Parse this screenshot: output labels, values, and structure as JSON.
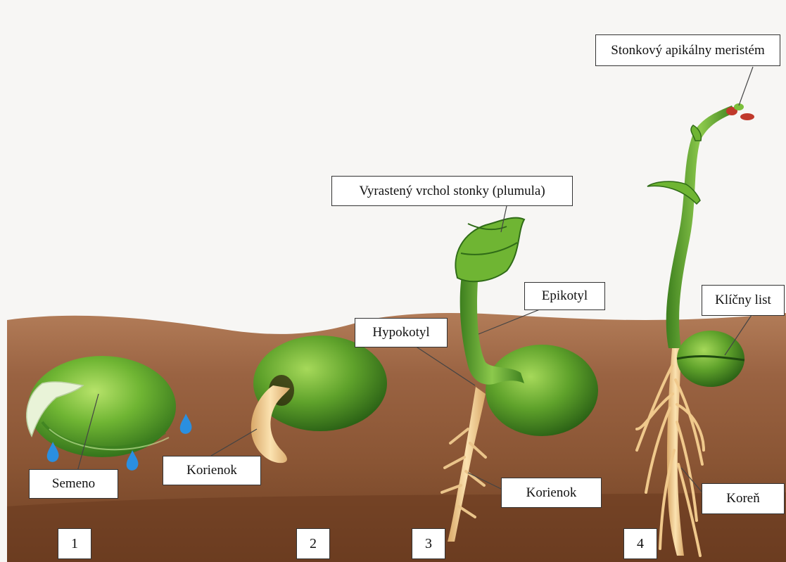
{
  "stages": [
    "1",
    "2",
    "3",
    "4"
  ],
  "labels": {
    "semeno": "Semeno",
    "korienok_2": "Korienok",
    "hypokotyl": "Hypokotyl",
    "epikotyl": "Epikotyl",
    "plumula": "Vyrastený vrchol stonky (plumula)",
    "korienok_3": "Korienok",
    "meristem": "Stonkový apikálny meristém",
    "klicny_list": "Klíčny list",
    "koren": "Koreň"
  },
  "colors": {
    "sky": "#f7f6f4",
    "soil_top": "#a5704e",
    "soil_bottom": "#7a4a2c",
    "seed_green": "#3f8f23",
    "seed_light": "#9fd45a",
    "root": "#f0c98c",
    "water": "#2a8fe0"
  }
}
